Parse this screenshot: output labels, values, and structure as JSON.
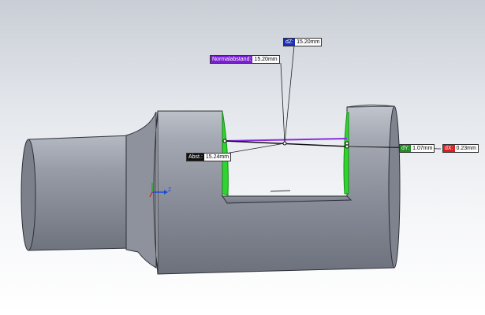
{
  "measurements": {
    "dz": {
      "label": "dZ:",
      "value": "15.20mm",
      "color": "#1a2fb4"
    },
    "normal": {
      "label": "Normalabstand:",
      "value": "15.20mm",
      "color": "#7a1fd0"
    },
    "distance": {
      "label": "Abst.:",
      "value": "15.24mm",
      "color": "#111111"
    },
    "dy": {
      "label": "dY:",
      "value": "1.07mm",
      "color": "#1f8d22"
    },
    "dx": {
      "label": "dX:",
      "value": "0.23mm",
      "color": "#d81e1e"
    }
  },
  "triad": {
    "axis_label": "Z"
  },
  "colors": {
    "part_body": "#878c99",
    "part_dark": "#4e525c",
    "selected_face": "#2fd52f",
    "measure_line": "#111111",
    "normal_line": "#8a2be2"
  }
}
